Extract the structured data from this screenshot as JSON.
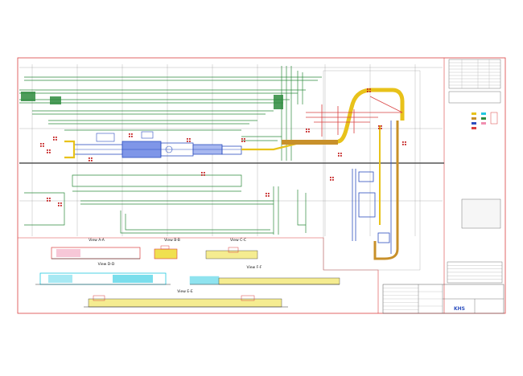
{
  "views": {
    "a": "View A-A",
    "b": "View B-B",
    "c": "View C-C",
    "d": "View D-D",
    "e": "View E-E",
    "f": "View F-F"
  },
  "title_block": {
    "logo": "KHS"
  },
  "colors": {
    "border": "#d94040",
    "conveyor_green": "#2e8b3e",
    "conveyor_yellow": "#e8c21a",
    "equipment_blue": "#2d4fbf",
    "cyan": "#22c8e0",
    "grid_gray": "#8a8a8a"
  }
}
